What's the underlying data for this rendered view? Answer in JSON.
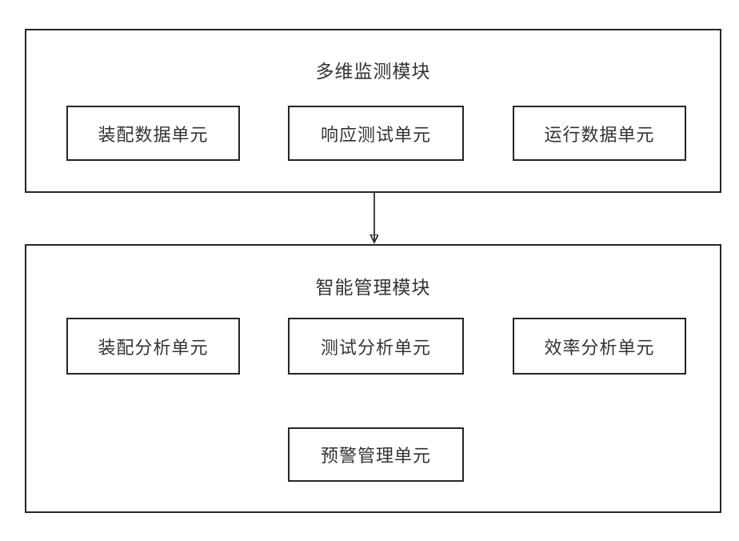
{
  "diagram": {
    "colors": {
      "line": "#262626",
      "text": "#333333",
      "background": "#ffffff"
    },
    "modules": [
      {
        "id": "monitoring",
        "title": "多维监测模块",
        "units": [
          {
            "label": "装配数据单元"
          },
          {
            "label": "响应测试单元"
          },
          {
            "label": "运行数据单元"
          }
        ]
      },
      {
        "id": "management",
        "title": "智能管理模块",
        "units": [
          {
            "label": "装配分析单元"
          },
          {
            "label": "测试分析单元"
          },
          {
            "label": "效率分析单元"
          }
        ],
        "output_unit": {
          "label": "预警管理单元"
        }
      }
    ]
  }
}
